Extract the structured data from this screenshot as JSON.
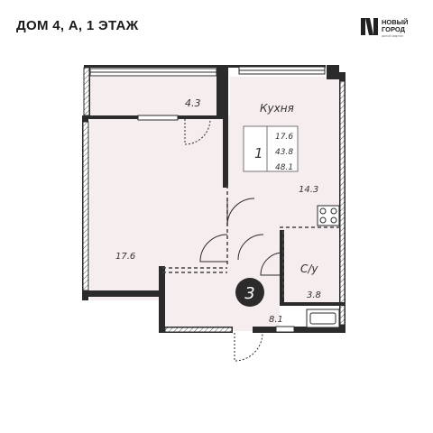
{
  "header": {
    "title": "ДОМ 4, А, 1 ЭТАЖ"
  },
  "logo": {
    "line1": "НОВЫЙ",
    "line2": "ГОРОД",
    "subtitle": "жилой квартал"
  },
  "plan": {
    "rooms": {
      "balcony_area": "4.3",
      "kitchen_label": "Кухня",
      "kitchen_area": "14.3",
      "living_area": "17.6",
      "bathroom_label": "С/у",
      "bathroom_area": "3.8",
      "hall_area": "8.1"
    },
    "summary": {
      "rooms_count": "1",
      "living": "17.6",
      "total": "43.8",
      "with_balcony": "48.1"
    },
    "apartment_number": "3"
  },
  "colors": {
    "floor_fill": "#f6eeee",
    "wall": "#2b2b2b",
    "badge": "#2b2b2b",
    "dashed": "#444444"
  }
}
